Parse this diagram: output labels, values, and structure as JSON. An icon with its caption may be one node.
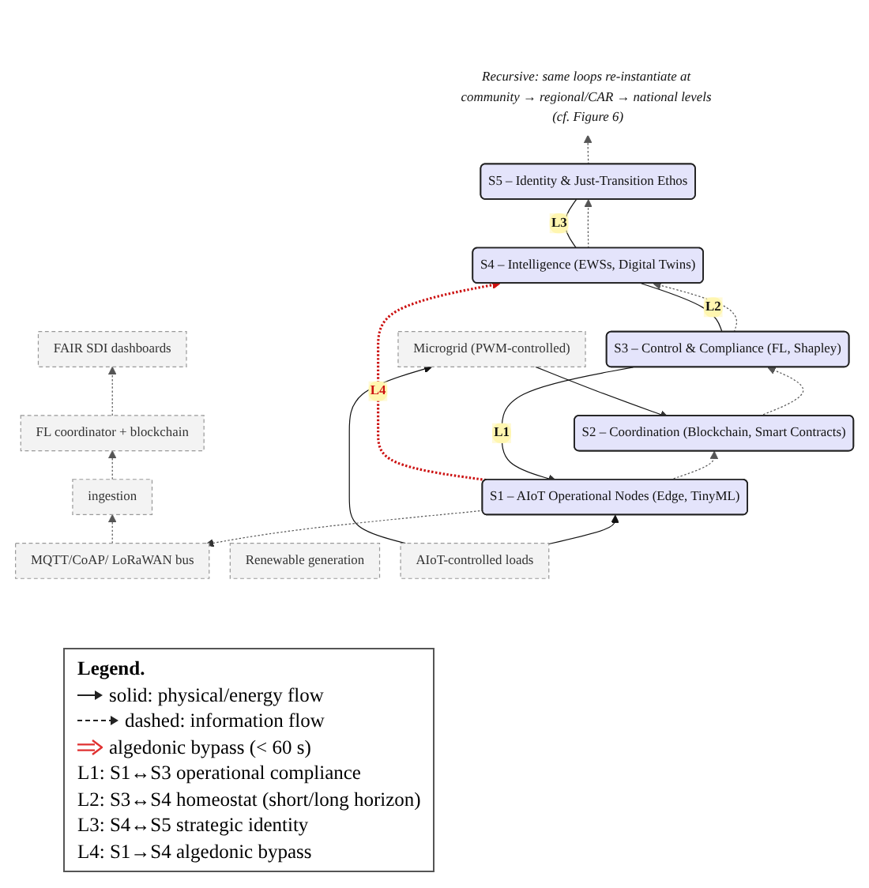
{
  "diagram": {
    "nodes": [
      {
        "text": [
          "Recursive: same loops re-instantiate at community → regional/CAR → national levels (cf. Figure 6)"
        ]
      },
      {
        "text": [
          "S5 – Identity & Just-Transition Ethos"
        ]
      },
      {
        "text": [
          "S4 – Intelligence (EWSs, Digital Twins)"
        ]
      },
      {
        "text": [
          "FAIR SDI dashboards"
        ]
      },
      {
        "text": [
          "S3 – Control & Compliance (FL, Shapley)"
        ]
      },
      {
        "text": [
          "FL coordinator + blockchain"
        ]
      },
      {
        "text": [
          "Microgrid (PWM-controlled)"
        ]
      },
      {
        "text": [
          "S2 – Coordination (Blockchain, Smart Contracts)"
        ]
      },
      {
        "text": [
          "ingestion"
        ]
      },
      {
        "text": [
          "Renewable generation"
        ]
      },
      {
        "text": [
          "S1 – AIoT Operational Nodes (Edge, TinyML)"
        ]
      },
      {
        "text": [
          "MQTT/CoAP/ LoRaWAN bus"
        ]
      },
      {
        "text": [
          "AIoT-controlled loads"
        ]
      }
    ],
    "edges": [
      {
        "from": 10,
        "to": 7,
        "arrow": "to",
        "style": "dashed"
      },
      {
        "from": 7,
        "to": 4,
        "arrow": "to",
        "style": "dashed"
      },
      {
        "from": 4,
        "to": 2,
        "arrow": "to",
        "style": "dashed"
      },
      {
        "from": 2,
        "to": 1,
        "arrow": "to",
        "style": "dashed"
      },
      {
        "from": 1,
        "to": 0,
        "arrow": "to",
        "style": "dashed"
      },
      {
        "from": 4,
        "to": 10,
        "arrow": "to",
        "label": "L1"
      },
      {
        "from": 4,
        "to": 2,
        "arrow": "none",
        "label": "L2"
      },
      {
        "from": 2,
        "to": 1,
        "arrow": "none",
        "label": "L3"
      },
      {
        "from": 10,
        "to": 2,
        "arrow": "to",
        "label": "L4",
        "style": "dashed",
        "color": "#cc1111"
      },
      {
        "from": 6,
        "to": 7,
        "arrow": "to"
      },
      {
        "from": 12,
        "to": 10,
        "arrow": "to"
      },
      {
        "from": 12,
        "to": 6,
        "arrow": "to"
      },
      {
        "from": 10,
        "to": 11,
        "arrow": "to",
        "style": "dashed"
      },
      {
        "from": 11,
        "to": 8,
        "arrow": "to",
        "style": "dashed"
      },
      {
        "from": 8,
        "to": 5,
        "arrow": "to",
        "style": "dashed"
      },
      {
        "from": 5,
        "to": 3,
        "arrow": "to",
        "style": "dashed"
      }
    ],
    "labels": [
      "Legend."
    ],
    "legend": [
      {
        "text": "solid: physical/energy flow"
      },
      {
        "text": "dashed: information flow"
      },
      {
        "text": "algedonic bypass (< 60 s)"
      },
      {
        "text": "L1: S1↔S3 operational compliance"
      },
      {
        "text": "L2: S3↔S4 homeostat (short/long horizon)"
      },
      {
        "text": "L3: S4↔S5 strategic identity"
      },
      {
        "text": "L4: S1→S4 algedonic bypass"
      }
    ]
  }
}
